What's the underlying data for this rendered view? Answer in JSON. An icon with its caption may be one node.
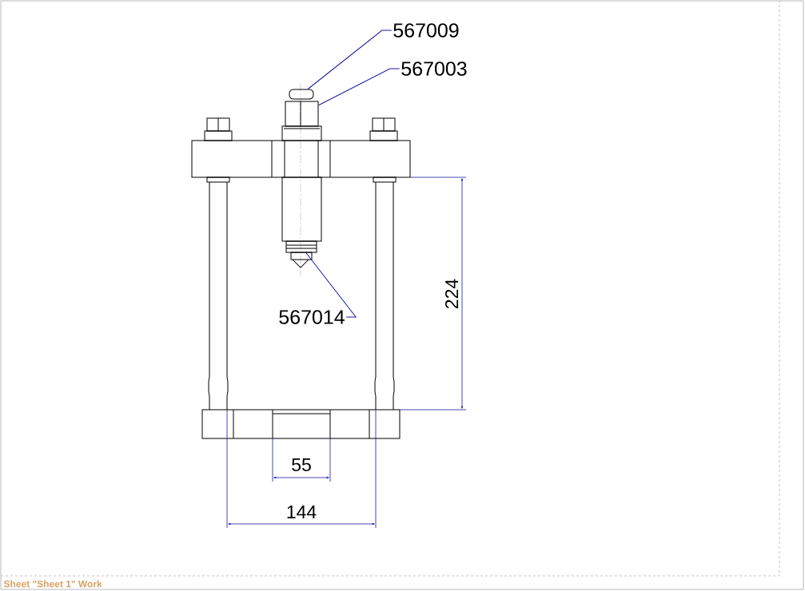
{
  "diagram": {
    "nodes": [
      {
        "text": [
          "567009"
        ]
      },
      {
        "text": [
          "567003"
        ]
      },
      {
        "text": [
          "567014"
        ]
      },
      {
        "text": [],
        "shape": "box"
      },
      {
        "text": [],
        "shape": "box"
      },
      {
        "text": [],
        "shape": "box"
      }
    ],
    "edges": [
      {
        "from": 0,
        "to": 3,
        "arrow": "none"
      },
      {
        "from": 1,
        "to": 4,
        "arrow": "none"
      },
      {
        "from": 2,
        "to": 5,
        "arrow": "none"
      }
    ],
    "labels": [
      "224",
      "55",
      "144",
      "Sheet \"Sheet 1\" Work"
    ]
  }
}
